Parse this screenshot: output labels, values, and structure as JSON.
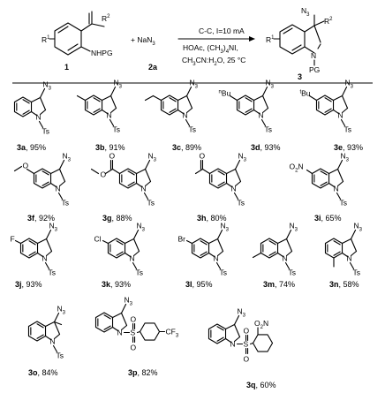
{
  "reaction": {
    "reactant_label": "1",
    "reagent_label": "2a",
    "product_label": "3",
    "reagent_formula": "+ NaN",
    "reagent_sub": "3",
    "conditions": {
      "line1": "C-C, I=10 mA",
      "line2": "HOAc, (CH",
      "line2b": ")",
      "line2c": "NI,",
      "line3": "CH",
      "line3b": "CN:H",
      "line3c": "O, 25 °C"
    },
    "atoms": {
      "R1": "R",
      "R1sup": "1",
      "R2": "R",
      "R2sup": "2",
      "NHPG": "NHPG",
      "N": "N",
      "PG": "PG",
      "N3": "N",
      "N3sub": "3",
      "Ts": "Ts",
      "nBu": "n",
      "tBu": "t",
      "Bu": "Bu",
      "NO2": "O",
      "NO2N": "N",
      "Cl": "Cl",
      "Br": "Br",
      "F": "F",
      "CF3": "CF",
      "CF3sub": "3",
      "S": "S",
      "O": "O"
    }
  },
  "products": [
    {
      "id": "3a",
      "yield": "95%"
    },
    {
      "id": "3b",
      "yield": "91%"
    },
    {
      "id": "3c",
      "yield": "89%"
    },
    {
      "id": "3d",
      "yield": "93%"
    },
    {
      "id": "3e",
      "yield": "93%"
    },
    {
      "id": "3f",
      "yield": "92%"
    },
    {
      "id": "3g",
      "yield": "88%"
    },
    {
      "id": "3h",
      "yield": "80%"
    },
    {
      "id": "3i",
      "yield": "65%"
    },
    {
      "id": "3j",
      "yield": "93%"
    },
    {
      "id": "3k",
      "yield": "93%"
    },
    {
      "id": "3l",
      "yield": "95%"
    },
    {
      "id": "3m",
      "yield": "74%"
    },
    {
      "id": "3n",
      "yield": "58%"
    },
    {
      "id": "3o",
      "yield": "84%"
    },
    {
      "id": "3p",
      "yield": "82%"
    },
    {
      "id": "3q",
      "yield": "60%"
    }
  ]
}
